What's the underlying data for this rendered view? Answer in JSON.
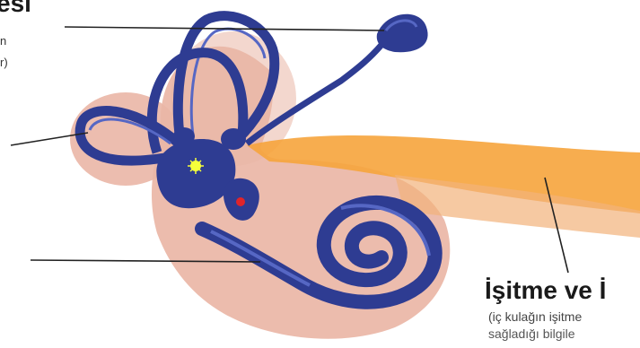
{
  "labels": {
    "title_fragment": "esi",
    "left_text_1": "n",
    "left_text_2": "r)",
    "heading": "İşitme ve İ",
    "subtext_1": "(iç kulağın işitme",
    "subtext_2": "sağladığı bilgile"
  },
  "colors": {
    "background": "#ffffff",
    "tissue": "#eab6a6",
    "tissue_dark": "#d9907f",
    "canal": "#2e3c92",
    "canal_light": "#5667c4",
    "nerve": "#f6a43c",
    "nerve_dark": "#e9962d",
    "leader": "#222222",
    "yellow_dot": "#f5ff3a",
    "red_dot": "#e0242a"
  }
}
